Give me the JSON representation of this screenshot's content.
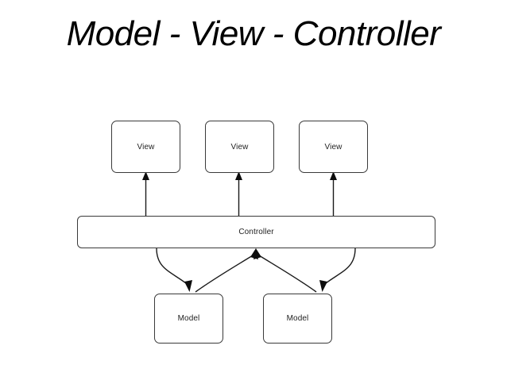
{
  "slide": {
    "background_color": "#ffffff",
    "title": "Model - View - Controller",
    "title_color": "#000000"
  },
  "diagram": {
    "type": "block-diagram",
    "line_color": "#1a1a1a",
    "box_border_color": "#3a3a3a",
    "box_fill_color": "#ffffff",
    "nodes": [
      {
        "id": "view-1",
        "label": "View",
        "role": "view"
      },
      {
        "id": "view-2",
        "label": "View",
        "role": "view"
      },
      {
        "id": "view-3",
        "label": "View",
        "role": "view"
      },
      {
        "id": "controller",
        "label": "Controller",
        "role": "controller"
      },
      {
        "id": "model-1",
        "label": "Model",
        "role": "model"
      },
      {
        "id": "model-2",
        "label": "Model",
        "role": "model"
      }
    ],
    "edges": [
      {
        "from": "controller",
        "to": "view-1",
        "style": "straight",
        "arrow": "to"
      },
      {
        "from": "controller",
        "to": "view-2",
        "style": "straight",
        "arrow": "to"
      },
      {
        "from": "controller",
        "to": "view-3",
        "style": "straight",
        "arrow": "to"
      },
      {
        "from": "controller",
        "to": "model-1",
        "style": "curved",
        "arrow": "to"
      },
      {
        "from": "model-1",
        "to": "controller",
        "style": "curved",
        "arrow": "to"
      },
      {
        "from": "controller",
        "to": "model-2",
        "style": "curved",
        "arrow": "to"
      },
      {
        "from": "model-2",
        "to": "controller",
        "style": "curved",
        "arrow": "to"
      }
    ]
  }
}
